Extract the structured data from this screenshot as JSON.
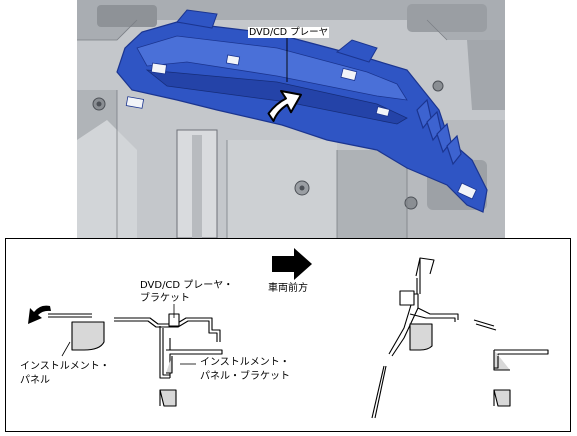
{
  "photo": {
    "callout_player": "DVD/CD プレーヤ"
  },
  "diagram": {
    "front_label": "車両前方",
    "label_player_bracket_1": "DVD/CD プレーヤ・",
    "label_player_bracket_2": "ブラケット",
    "label_panel_bracket_1": "インストルメント・",
    "label_panel_bracket_2": "パネル・ブラケット",
    "label_panel_1": "インストルメント・",
    "label_panel_2": "パネル"
  },
  "colors": {
    "part_blue": "#2f55c4",
    "part_blue_dark": "#1b3590",
    "gray_bg": "#bfc2c6",
    "gray_dark": "#5d6168"
  }
}
